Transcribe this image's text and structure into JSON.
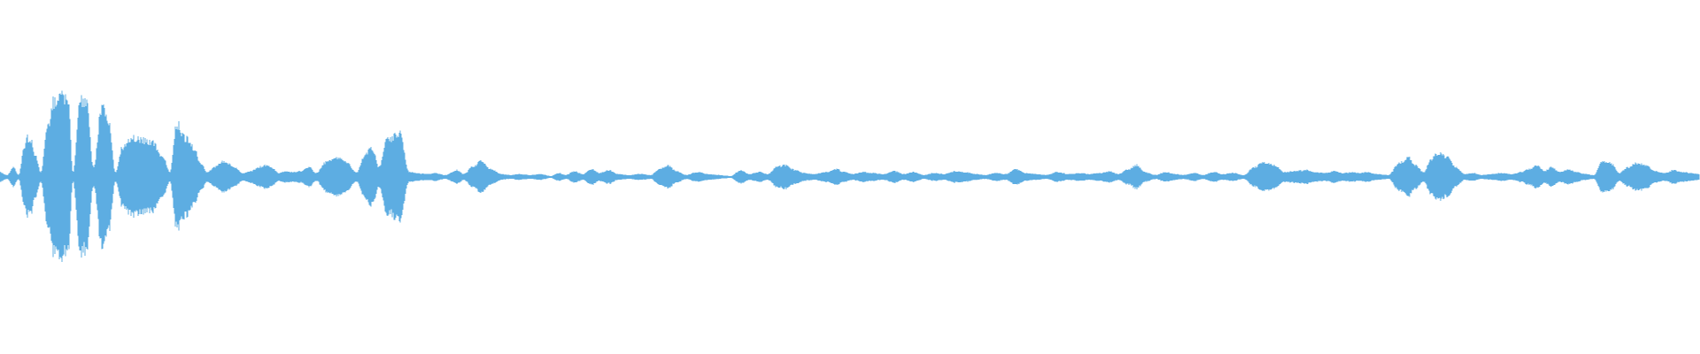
{
  "waveform": {
    "color": "#5dade2",
    "background": "#ffffff",
    "amplitude_range": [
      -1,
      1
    ],
    "envelope": [
      [
        0.0,
        0.05
      ],
      [
        0.004,
        0.02
      ],
      [
        0.008,
        0.1
      ],
      [
        0.011,
        0.02
      ],
      [
        0.014,
        0.28
      ],
      [
        0.016,
        0.4
      ],
      [
        0.018,
        0.38
      ],
      [
        0.021,
        0.22
      ],
      [
        0.024,
        0.05
      ],
      [
        0.028,
        0.5
      ],
      [
        0.032,
        0.78
      ],
      [
        0.036,
        0.85
      ],
      [
        0.04,
        0.8
      ],
      [
        0.043,
        0.05
      ],
      [
        0.047,
        0.78
      ],
      [
        0.051,
        0.75
      ],
      [
        0.055,
        0.1
      ],
      [
        0.06,
        0.72
      ],
      [
        0.064,
        0.55
      ],
      [
        0.068,
        0.05
      ],
      [
        0.072,
        0.3
      ],
      [
        0.077,
        0.4
      ],
      [
        0.083,
        0.38
      ],
      [
        0.09,
        0.35
      ],
      [
        0.096,
        0.2
      ],
      [
        0.1,
        0.05
      ],
      [
        0.104,
        0.55
      ],
      [
        0.109,
        0.4
      ],
      [
        0.114,
        0.3
      ],
      [
        0.118,
        0.15
      ],
      [
        0.122,
        0.05
      ],
      [
        0.126,
        0.1
      ],
      [
        0.132,
        0.16
      ],
      [
        0.138,
        0.1
      ],
      [
        0.143,
        0.04
      ],
      [
        0.148,
        0.06
      ],
      [
        0.152,
        0.1
      ],
      [
        0.156,
        0.12
      ],
      [
        0.16,
        0.1
      ],
      [
        0.164,
        0.04
      ],
      [
        0.168,
        0.06
      ],
      [
        0.172,
        0.05
      ],
      [
        0.177,
        0.06
      ],
      [
        0.182,
        0.1
      ],
      [
        0.186,
        0.04
      ],
      [
        0.192,
        0.15
      ],
      [
        0.198,
        0.2
      ],
      [
        0.203,
        0.16
      ],
      [
        0.21,
        0.05
      ],
      [
        0.215,
        0.24
      ],
      [
        0.219,
        0.3
      ],
      [
        0.223,
        0.1
      ],
      [
        0.228,
        0.38
      ],
      [
        0.235,
        0.45
      ],
      [
        0.241,
        0.05
      ],
      [
        0.246,
        0.04
      ],
      [
        0.251,
        0.03
      ],
      [
        0.256,
        0.04
      ],
      [
        0.262,
        0.02
      ],
      [
        0.269,
        0.07
      ],
      [
        0.273,
        0.03
      ],
      [
        0.278,
        0.1
      ],
      [
        0.283,
        0.16
      ],
      [
        0.289,
        0.08
      ],
      [
        0.295,
        0.03
      ],
      [
        0.3,
        0.02
      ],
      [
        0.306,
        0.03
      ],
      [
        0.312,
        0.02
      ],
      [
        0.318,
        0.03
      ],
      [
        0.324,
        0.01
      ],
      [
        0.329,
        0.04
      ],
      [
        0.333,
        0.02
      ],
      [
        0.338,
        0.06
      ],
      [
        0.343,
        0.03
      ],
      [
        0.348,
        0.08
      ],
      [
        0.353,
        0.04
      ],
      [
        0.358,
        0.07
      ],
      [
        0.364,
        0.03
      ],
      [
        0.37,
        0.02
      ],
      [
        0.377,
        0.03
      ],
      [
        0.383,
        0.02
      ],
      [
        0.388,
        0.08
      ],
      [
        0.393,
        0.12
      ],
      [
        0.398,
        0.06
      ],
      [
        0.404,
        0.02
      ],
      [
        0.41,
        0.05
      ],
      [
        0.417,
        0.03
      ],
      [
        0.423,
        0.02
      ],
      [
        0.43,
        0.01
      ],
      [
        0.436,
        0.07
      ],
      [
        0.441,
        0.03
      ],
      [
        0.447,
        0.05
      ],
      [
        0.452,
        0.03
      ],
      [
        0.457,
        0.1
      ],
      [
        0.462,
        0.12
      ],
      [
        0.468,
        0.07
      ],
      [
        0.474,
        0.04
      ],
      [
        0.479,
        0.03
      ],
      [
        0.486,
        0.05
      ],
      [
        0.492,
        0.08
      ],
      [
        0.497,
        0.05
      ],
      [
        0.502,
        0.03
      ],
      [
        0.508,
        0.05
      ],
      [
        0.514,
        0.04
      ],
      [
        0.52,
        0.03
      ],
      [
        0.526,
        0.06
      ],
      [
        0.532,
        0.03
      ],
      [
        0.538,
        0.05
      ],
      [
        0.544,
        0.02
      ],
      [
        0.55,
        0.04
      ],
      [
        0.556,
        0.03
      ],
      [
        0.562,
        0.06
      ],
      [
        0.568,
        0.05
      ],
      [
        0.574,
        0.03
      ],
      [
        0.58,
        0.02
      ],
      [
        0.586,
        0.04
      ],
      [
        0.592,
        0.03
      ],
      [
        0.598,
        0.08
      ],
      [
        0.604,
        0.04
      ],
      [
        0.61,
        0.03
      ],
      [
        0.616,
        0.02
      ],
      [
        0.622,
        0.05
      ],
      [
        0.629,
        0.03
      ],
      [
        0.635,
        0.04
      ],
      [
        0.641,
        0.03
      ],
      [
        0.648,
        0.04
      ],
      [
        0.653,
        0.06
      ],
      [
        0.658,
        0.03
      ],
      [
        0.664,
        0.08
      ],
      [
        0.669,
        0.12
      ],
      [
        0.674,
        0.05
      ],
      [
        0.68,
        0.02
      ],
      [
        0.686,
        0.05
      ],
      [
        0.692,
        0.03
      ],
      [
        0.697,
        0.02
      ],
      [
        0.703,
        0.04
      ],
      [
        0.708,
        0.02
      ],
      [
        0.714,
        0.05
      ],
      [
        0.72,
        0.03
      ],
      [
        0.726,
        0.04
      ],
      [
        0.732,
        0.02
      ],
      [
        0.738,
        0.1
      ],
      [
        0.744,
        0.15
      ],
      [
        0.75,
        0.12
      ],
      [
        0.756,
        0.05
      ],
      [
        0.762,
        0.06
      ],
      [
        0.769,
        0.07
      ],
      [
        0.774,
        0.05
      ],
      [
        0.78,
        0.04
      ],
      [
        0.785,
        0.06
      ],
      [
        0.79,
        0.04
      ],
      [
        0.796,
        0.05
      ],
      [
        0.8,
        0.04
      ],
      [
        0.805,
        0.05
      ],
      [
        0.81,
        0.03
      ],
      [
        0.817,
        0.02
      ],
      [
        0.824,
        0.15
      ],
      [
        0.829,
        0.2
      ],
      [
        0.833,
        0.12
      ],
      [
        0.838,
        0.05
      ],
      [
        0.842,
        0.18
      ],
      [
        0.847,
        0.25
      ],
      [
        0.852,
        0.2
      ],
      [
        0.857,
        0.1
      ],
      [
        0.862,
        0.03
      ],
      [
        0.867,
        0.04
      ],
      [
        0.872,
        0.02
      ],
      [
        0.878,
        0.03
      ],
      [
        0.884,
        0.04
      ],
      [
        0.89,
        0.03
      ],
      [
        0.895,
        0.05
      ],
      [
        0.9,
        0.08
      ],
      [
        0.905,
        0.12
      ],
      [
        0.909,
        0.06
      ],
      [
        0.913,
        0.1
      ],
      [
        0.918,
        0.05
      ],
      [
        0.923,
        0.08
      ],
      [
        0.928,
        0.05
      ],
      [
        0.933,
        0.03
      ],
      [
        0.938,
        0.02
      ],
      [
        0.943,
        0.16
      ],
      [
        0.948,
        0.14
      ],
      [
        0.953,
        0.04
      ],
      [
        0.958,
        0.1
      ],
      [
        0.963,
        0.14
      ],
      [
        0.969,
        0.12
      ],
      [
        0.974,
        0.06
      ],
      [
        0.98,
        0.04
      ],
      [
        0.985,
        0.07
      ],
      [
        0.99,
        0.05
      ],
      [
        0.995,
        0.04
      ],
      [
        1.0,
        0.03
      ]
    ]
  }
}
